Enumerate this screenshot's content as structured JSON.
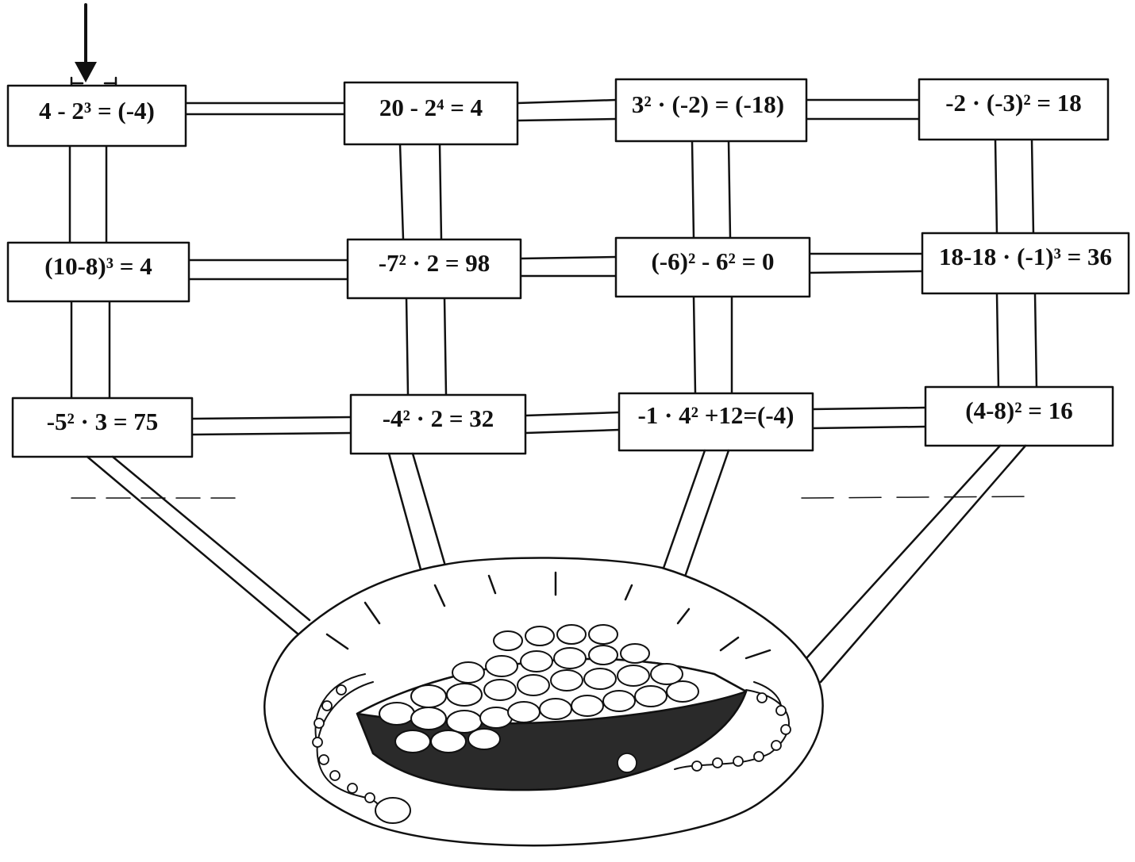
{
  "maze": {
    "boxes": [
      {
        "id": "r1c1",
        "label": "4 - 2³ =  (-4)"
      },
      {
        "id": "r1c2",
        "label": "20 - 2⁴ = 4"
      },
      {
        "id": "r1c3",
        "label": "3² · (-2) = (-18)"
      },
      {
        "id": "r1c4",
        "label": "-2 · (-3)² = 18"
      },
      {
        "id": "r2c1",
        "label": "(10-8)³ = 4"
      },
      {
        "id": "r2c2",
        "label": "-7² · 2 = 98"
      },
      {
        "id": "r2c3",
        "label": "(-6)² - 6² = 0"
      },
      {
        "id": "r2c4",
        "label": "18-18 · (-1)³ = 36"
      },
      {
        "id": "r3c1",
        "label": "-5² · 3 = 75"
      },
      {
        "id": "r3c2",
        "label": "-4² · 2 = 32"
      },
      {
        "id": "r3c3",
        "label": "-1 · 4² +12=(-4)"
      },
      {
        "id": "r3c4",
        "label": "(4-8)² = 16"
      }
    ]
  },
  "colors": {
    "ink": "#111111",
    "paper": "#ffffff",
    "treasure_fill": "#2a2a2a"
  },
  "icons": {
    "start_arrow": "down-arrow-icon",
    "treasure": "treasure-pile-icon"
  }
}
